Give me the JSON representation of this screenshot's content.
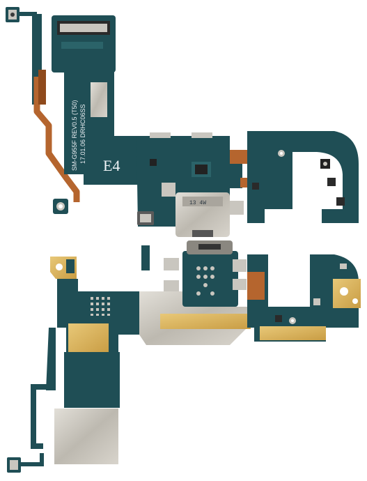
{
  "board_top": {
    "model_text": "SM-G955F REV0.5 (T50)",
    "date_text": "17.01.06 DRHC06SS",
    "revision_mark": "E4",
    "connector_stamp": "13 4W"
  },
  "colors": {
    "pcb": "#1f4e55",
    "pcb_light": "#2b6369",
    "flex": "#b5652e",
    "flex_dark": "#8f4a1c",
    "metal": "#c9c6bf",
    "gold": "#d9b460"
  }
}
